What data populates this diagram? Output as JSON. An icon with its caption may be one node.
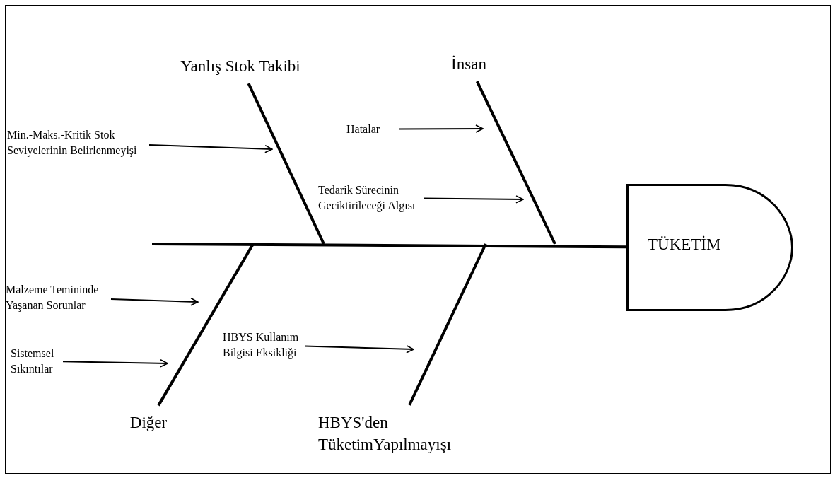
{
  "diagram": {
    "nodes": [
      {
        "text": [
          "Yanlış Stok Takibi"
        ]
      },
      {
        "text": [
          "İnsan"
        ]
      },
      {
        "text": [
          "Min.-Maks.-Kritik Stok Seviyelerinin Belirlenmeyişi"
        ]
      },
      {
        "text": [
          "Hatalar"
        ]
      },
      {
        "text": [
          "Tedarik Sürecinin Geciktirileceği Algısı"
        ]
      },
      {
        "text": [
          "TÜKETİM"
        ]
      },
      {
        "text": [
          "Malzeme Temininde Yaşanan Sorunlar"
        ]
      },
      {
        "text": [
          "Sistemsel Sıkıntılar"
        ]
      },
      {
        "text": [
          "HBYS Kullanım Bilgisi Eksikliği"
        ]
      },
      {
        "text": [
          "Diğer"
        ]
      },
      {
        "text": [
          "HBYS'den TüketimYapılmayışı"
        ]
      }
    ],
    "edges": [
      {
        "from": null,
        "to": 5,
        "arrow": "none",
        "style": "thick"
      },
      {
        "from": 0,
        "to": null,
        "arrow": "none",
        "style": "thick"
      },
      {
        "from": 1,
        "to": null,
        "arrow": "none",
        "style": "thick"
      },
      {
        "from": 9,
        "to": null,
        "arrow": "none",
        "style": "thick"
      },
      {
        "from": 10,
        "to": null,
        "arrow": "none",
        "style": "thick"
      },
      {
        "from": 2,
        "to": null,
        "arrow": "to"
      },
      {
        "from": 3,
        "to": null,
        "arrow": "to"
      },
      {
        "from": 4,
        "to": null,
        "arrow": "to"
      },
      {
        "from": 6,
        "to": null,
        "arrow": "to"
      },
      {
        "from": 7,
        "to": null,
        "arrow": "to"
      },
      {
        "from": 8,
        "to": null,
        "arrow": "to"
      }
    ]
  }
}
